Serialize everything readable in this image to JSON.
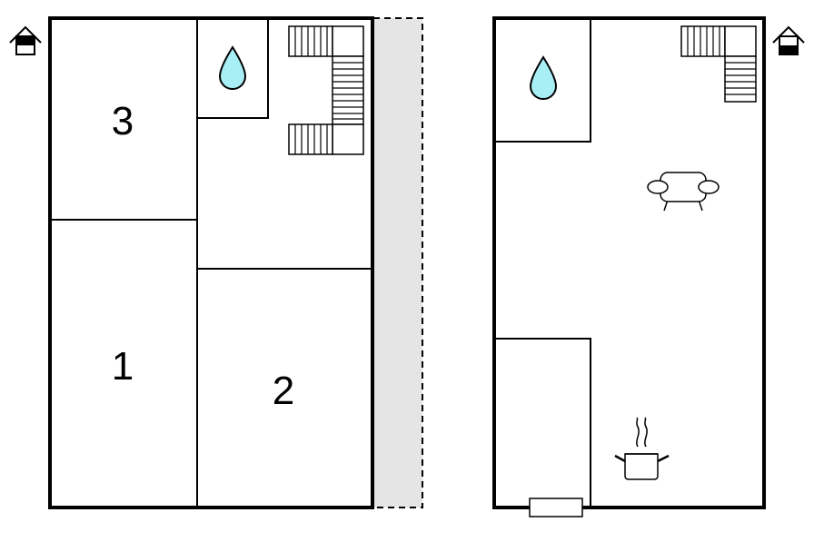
{
  "floors": [
    {
      "name": "upper",
      "floor_indicator_icon": "house-upper-floor-icon",
      "rooms": [
        {
          "label": "3",
          "type": "bedroom"
        },
        {
          "label": "1",
          "type": "bedroom"
        },
        {
          "label": "2",
          "type": "bedroom"
        }
      ],
      "icons": [
        "water-drop-icon",
        "staircase-icon"
      ],
      "balcony": "dashed-balcony"
    },
    {
      "name": "ground",
      "floor_indicator_icon": "house-ground-floor-icon",
      "icons": [
        "water-drop-icon",
        "staircase-icon",
        "sofa-icon",
        "cooking-pot-icon",
        "entrance-door-icon"
      ]
    }
  ],
  "colors": {
    "wall": "#000000",
    "balcony_fill": "#e5e5e5",
    "water": "#a8eef5",
    "background": "#ffffff"
  }
}
